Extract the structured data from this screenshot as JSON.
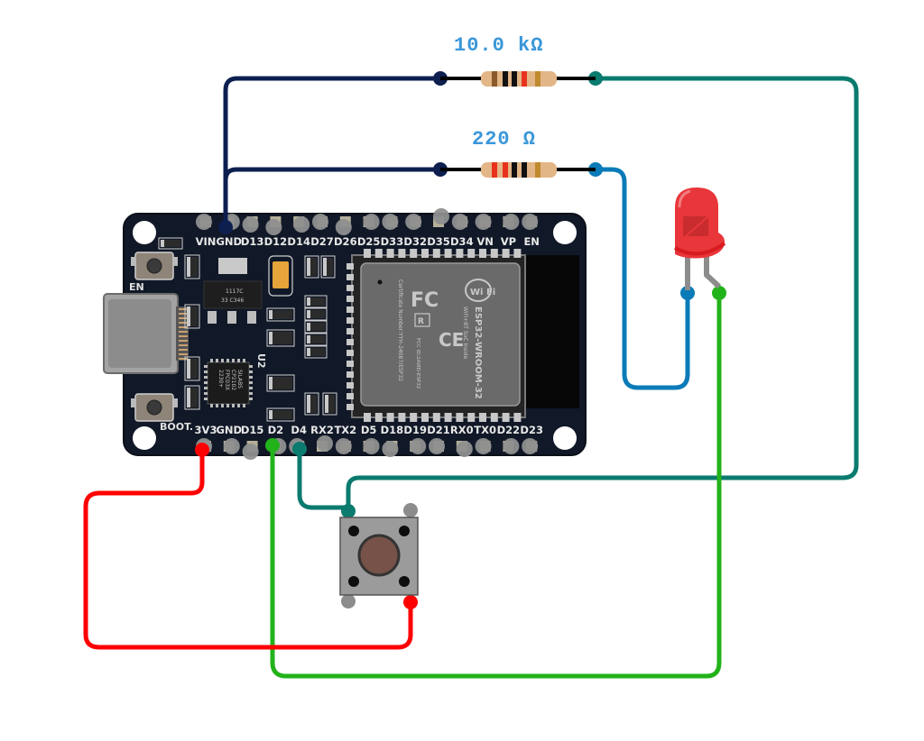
{
  "diagram": {
    "type": "breadboard-circuit",
    "board": {
      "name": "ESP32 DevKit",
      "module_label": "ESP32-WROOM-32",
      "module_sublabel": "WiFi+BT SoC Inside",
      "module_cert": "Certificate Number:YYH-24087/ESP32",
      "module_fcc": "FCC ID:2AI8D-ESP32",
      "wifi_logo": "Wi Fi",
      "fcc_logo": "FC",
      "ce_logo": "CE",
      "r_mark": "R",
      "usb_chip_lines": [
        "SILABS",
        "CP2102",
        "FPC03X",
        "2230+"
      ],
      "regulator_lines": [
        "1117C",
        "33 C346"
      ],
      "u2_label": "U2",
      "en_button_label": "EN",
      "boot_button_label": "BOOT.",
      "top_pins": [
        "VIN",
        "GND",
        "D13",
        "D12",
        "D14",
        "D27",
        "D26",
        "D25",
        "D33",
        "D32",
        "D35",
        "D34",
        "VN",
        "VP",
        "EN"
      ],
      "bottom_pins": [
        "3V3",
        "GND",
        "D15",
        "D2",
        "D4",
        "RX2",
        "TX2",
        "D5",
        "D18",
        "D19",
        "D21",
        "RX0",
        "TX0",
        "D22",
        "D23"
      ]
    },
    "resistors": [
      {
        "id": "r1",
        "label": "10.0 kΩ",
        "bands": [
          "#8b5a2b",
          "#111111",
          "#111111",
          "#e8321e",
          "#c08a2e"
        ]
      },
      {
        "id": "r2",
        "label": "220 Ω",
        "bands": [
          "#e8321e",
          "#e8321e",
          "#111111",
          "#111111",
          "#c08a2e"
        ]
      }
    ],
    "led": {
      "color": "red"
    },
    "pushbutton": {
      "id": "btn1"
    },
    "wires": [
      {
        "name": "gnd-to-r1",
        "from": "GND",
        "to": "R1 left",
        "color": "#0d1f4f"
      },
      {
        "name": "gnd-to-r2",
        "from": "GND",
        "to": "R2 left",
        "color": "#0d1f4f"
      },
      {
        "name": "r1-to-button-d4",
        "from": "R1 right",
        "to": "Button top-left",
        "color": "#0a7b6e"
      },
      {
        "name": "d4-to-button",
        "from": "D4",
        "to": "Button top-left",
        "color": "#0a7b6e"
      },
      {
        "name": "r2-to-led-cathode",
        "from": "R2 right",
        "to": "LED cathode",
        "color": "#0a7bb8"
      },
      {
        "name": "d2-to-led-anode",
        "from": "D2",
        "to": "LED anode",
        "color": "#22b21a"
      },
      {
        "name": "3v3-to-button",
        "from": "3V3",
        "to": "Button bottom-right",
        "color": "#ff0000"
      }
    ]
  }
}
